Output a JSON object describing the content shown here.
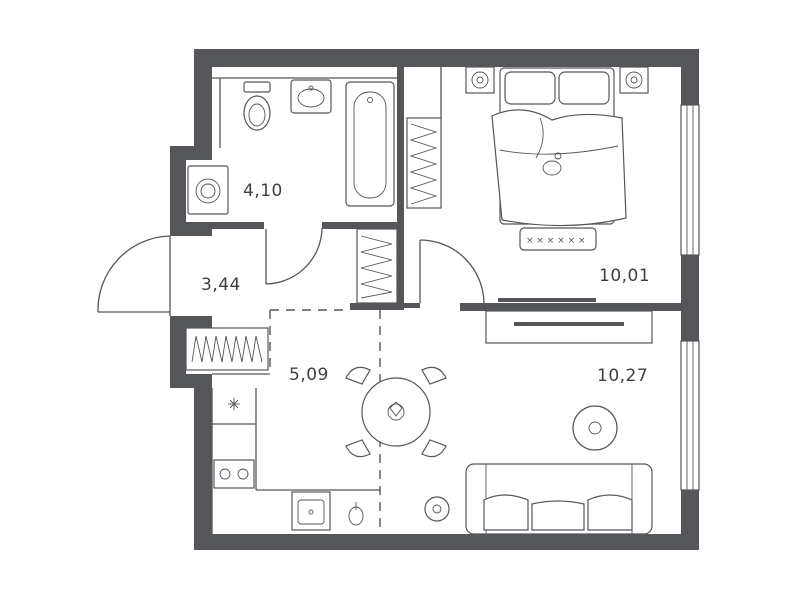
{
  "rooms": [
    {
      "id": "bathroom",
      "area": "4,10"
    },
    {
      "id": "hallway",
      "area": "3,44"
    },
    {
      "id": "kitchen",
      "area": "5,09"
    },
    {
      "id": "bedroom",
      "area": "10,01"
    },
    {
      "id": "living",
      "area": "10,27"
    }
  ],
  "colors": {
    "wall": "#54565a",
    "line": "#54565a",
    "background": "#ffffff"
  },
  "icons": [
    "toilet-icon",
    "sink-icon",
    "bathtub-icon",
    "washing-machine-icon",
    "bed-icon",
    "nightstand-icon",
    "wardrobe-icon",
    "dining-table-icon",
    "sofa-icon",
    "stove-icon",
    "kitchen-sink-icon",
    "tv-stand-icon",
    "rug-icon"
  ]
}
